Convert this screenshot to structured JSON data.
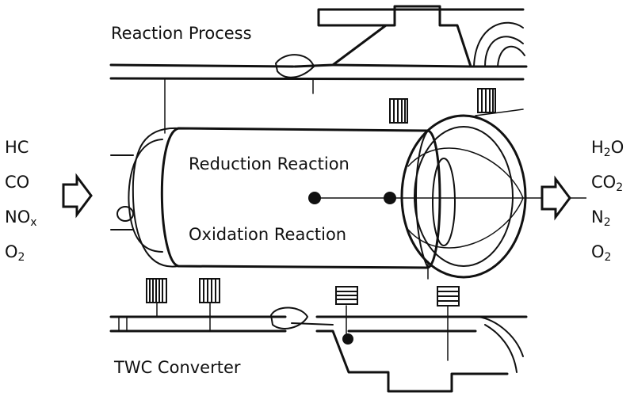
{
  "labels": {
    "top_title": "Reaction Process",
    "bottom_title": "TWC Converter",
    "reduction": "Reduction Reaction",
    "oxidation": "Oxidation Reaction"
  },
  "inputs": [
    {
      "base": "HC",
      "sub": ""
    },
    {
      "base": "CO",
      "sub": ""
    },
    {
      "base": "NO",
      "sub": "x"
    },
    {
      "base": "O",
      "sub": "2"
    }
  ],
  "outputs": [
    {
      "base": "H",
      "sub": "2",
      "tail": "O"
    },
    {
      "base": "CO",
      "sub": "2",
      "tail": ""
    },
    {
      "base": "N",
      "sub": "2",
      "tail": ""
    },
    {
      "base": "O",
      "sub": "2",
      "tail": ""
    }
  ],
  "colors": {
    "ink": "#111111",
    "watermark": "#eef1f6"
  }
}
